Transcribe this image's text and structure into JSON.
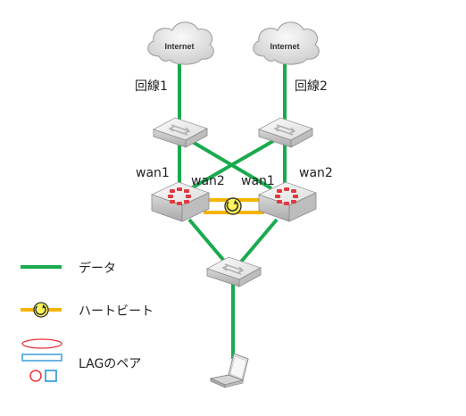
{
  "clouds": [
    {
      "label": "Internet"
    },
    {
      "label": "Internet"
    }
  ],
  "lines": [
    "回線1",
    "回線2"
  ],
  "ports": {
    "left": [
      "wan1",
      "wan2"
    ],
    "right": [
      "wan1",
      "wan2"
    ]
  },
  "legend": {
    "data": "データ",
    "heartbeat": "ハートビート",
    "lag": "LAGのペア"
  },
  "colors": {
    "data_line": "#1aaa4f",
    "heartbeat": "#f5b400",
    "lag_red": "#e8333a",
    "lag_blue": "#1b8fd6",
    "fortigate_logo": "#e03a3e"
  },
  "icons": [
    "cloud-icon",
    "switch-icon",
    "fortigate-icon",
    "heartbeat-icon",
    "laptop-icon"
  ]
}
